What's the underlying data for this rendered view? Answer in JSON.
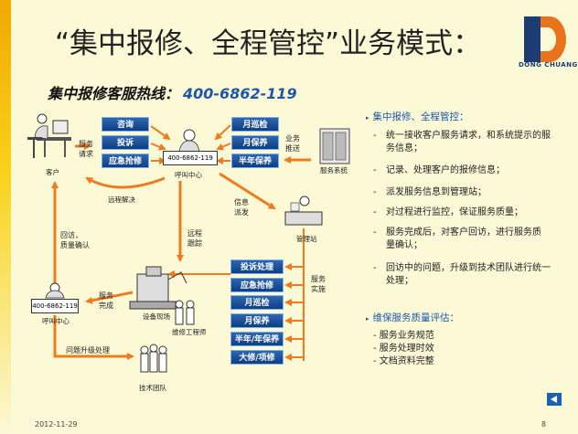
{
  "slide": {
    "title": "“集中报修、全程管控”业务模式：",
    "hotline_label": "集中报修客服热线：",
    "hotline_number": "400-6862-119",
    "logo_text": "DONG CHUANG",
    "date": "2012-11-29",
    "page_number": "8"
  },
  "diagram": {
    "customer_label": "客户",
    "service_request_label": [
      "服务",
      "请求"
    ],
    "left_buttons": [
      "咨询",
      "投诉",
      "应急抢修"
    ],
    "center_phone": "400-6862-119",
    "center_label": "呼叫中心",
    "right_buttons": [
      "月巡检",
      "月保养",
      "半年保养"
    ],
    "business_push_label": [
      "业务",
      "推送"
    ],
    "service_system_label": "服务系统",
    "distance_resolve_label": "远程解决",
    "info_dispatch_label": [
      "信息",
      "派发"
    ],
    "management_station_label": "管理站",
    "remote_track_label": [
      "远程",
      "跟踪"
    ],
    "revisit_label": [
      "回访，",
      "质量确认"
    ],
    "service_complete_label": [
      "服务",
      "完成"
    ],
    "service_implement_label": [
      "服务",
      "实施"
    ],
    "bottom_phone": "400-6862-119",
    "bottom_center_label": "呼叫中心",
    "device_label": "设备现场",
    "engineer_label": "维修工程师",
    "escalation_label": "问题升级处理",
    "tech_team_label": "技术团队",
    "lower_buttons": [
      "投诉处理",
      "应急抢修",
      "月巡检",
      "月保养",
      "半年/年保养",
      "大修/项修"
    ]
  },
  "right_panel": {
    "heading1": "集中报修、全程管控：",
    "items": [
      "统一接收客户服务请求，和系统提示的服务信息；",
      "记录、处理客户的报修信息；",
      "派发服务信息到管理站；",
      "对过程进行监控，保证服务质量；",
      "服务完成后，对客户回访，进行服务质量确认；",
      "回访中的问题，升级到技术团队进行统一处理；"
    ],
    "heading2": "维保服务质量评估：",
    "sub_items": [
      "服务业务规范",
      "服务处理时效",
      "文档资料完整"
    ]
  },
  "colors": {
    "accent_blue": "#1f56a8",
    "arrow_orange": "#f07b1e",
    "button_blue": "#0e3d85"
  }
}
